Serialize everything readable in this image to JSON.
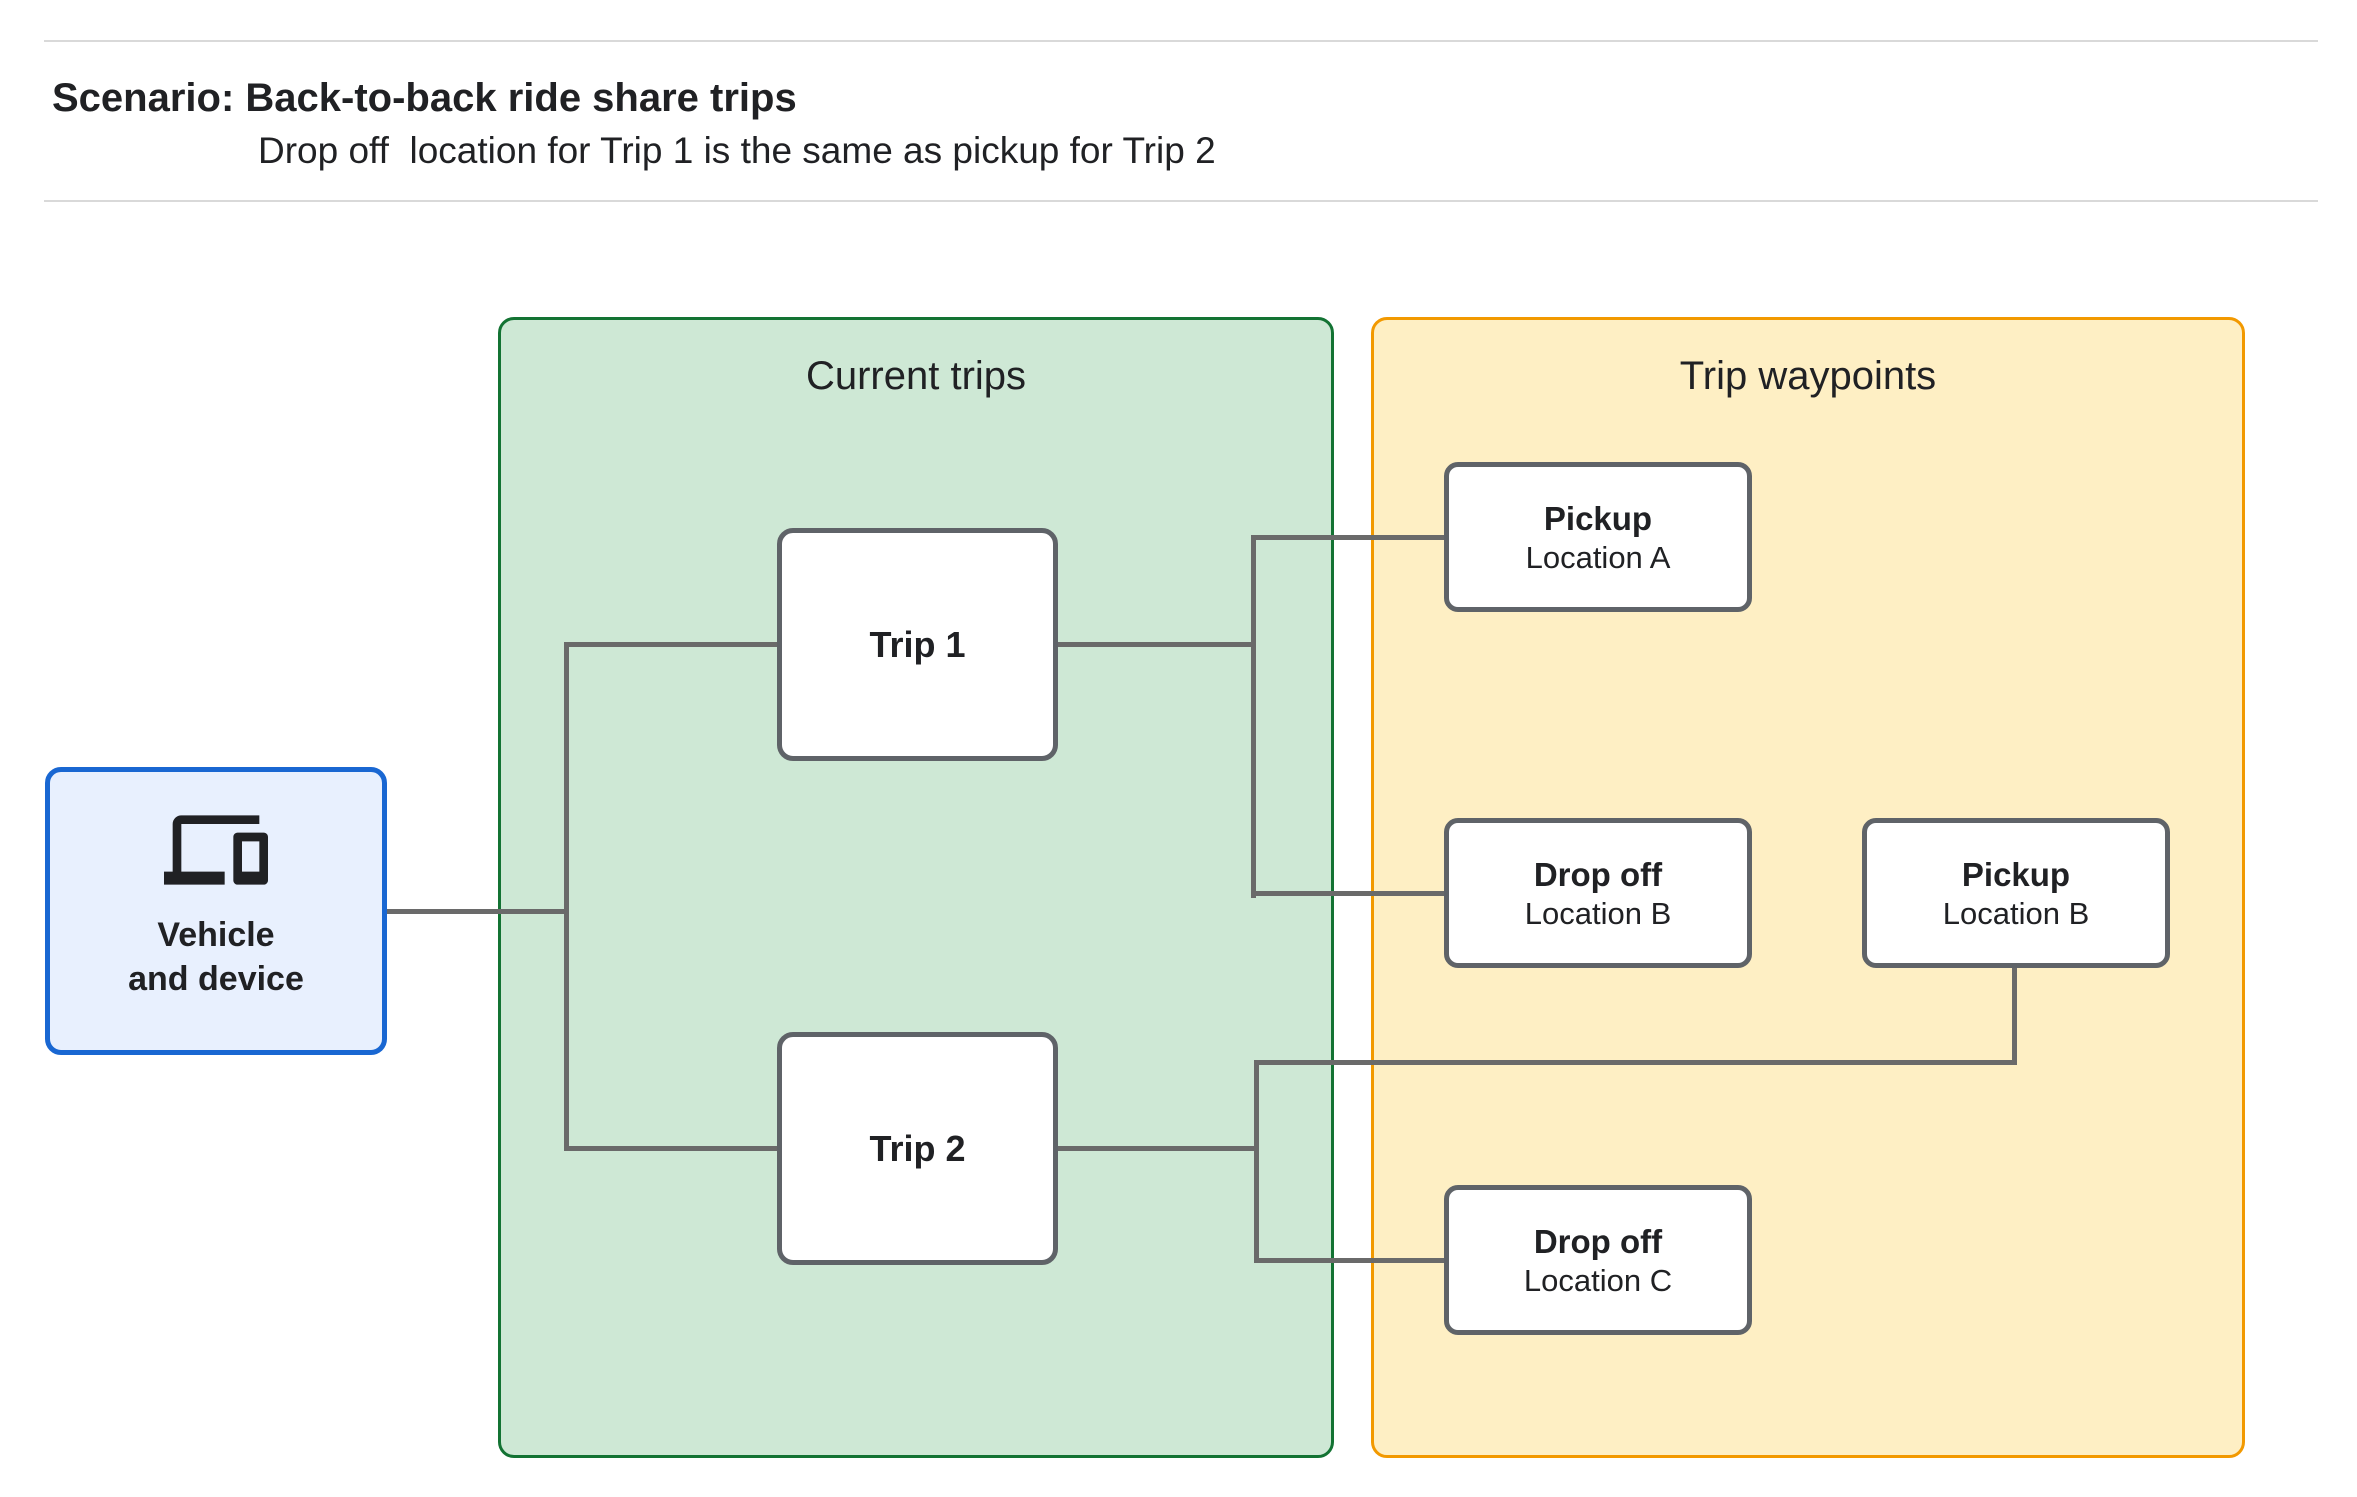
{
  "header": {
    "title": "Scenario: Back-to-back ride share trips",
    "subtitle": "Drop off  location for Trip 1 is the same as pickup for Trip 2"
  },
  "diagram": {
    "vehicle": {
      "icon": "laptop-and-phone-devices-icon",
      "line1": "Vehicle",
      "line2": "and device"
    },
    "groups": {
      "current_trips": {
        "label": "Current trips"
      },
      "trip_waypoints": {
        "label": "Trip waypoints"
      }
    },
    "trips": [
      {
        "label": "Trip 1"
      },
      {
        "label": "Trip 2"
      }
    ],
    "waypoints": [
      {
        "title": "Pickup",
        "subtitle": "Location A"
      },
      {
        "title": "Drop off",
        "subtitle": "Location B"
      },
      {
        "title": "Pickup",
        "subtitle": "Location B"
      },
      {
        "title": "Drop off",
        "subtitle": "Location C"
      }
    ]
  },
  "colors": {
    "vehicle_fill": "#e8f0fe",
    "vehicle_border": "#1967d2",
    "current_trips_fill": "#cee8d5",
    "current_trips_border": "#137333",
    "waypoints_fill": "#feefc4",
    "waypoints_border": "#f29900",
    "node_fill": "#ffffff",
    "node_border": "#5f6368",
    "connector": "#6a6a6a",
    "text": "#202124",
    "divider": "#d9d9d9"
  }
}
